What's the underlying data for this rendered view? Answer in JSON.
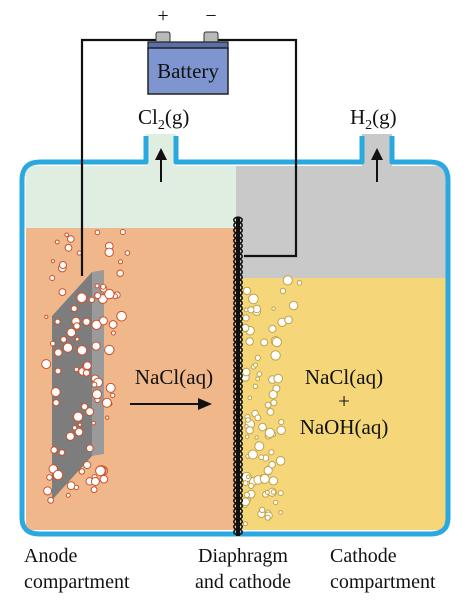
{
  "battery": {
    "label": "Battery",
    "plus": "+",
    "minus": "−",
    "body_color": "#7f95cf"
  },
  "gases": {
    "anode_gas": {
      "formula": "Cl",
      "subscript": "2",
      "state": "(g)"
    },
    "cathode_gas": {
      "formula": "H",
      "subscript": "2",
      "state": "(g)"
    }
  },
  "solutions": {
    "anode": "NaCl(aq)",
    "cathode_line1": "NaCl(aq)",
    "cathode_line2": "+",
    "cathode_line3": "NaOH(aq)"
  },
  "captions": {
    "anode_line1": "Anode",
    "anode_line2": "compartment",
    "diaphragm_line1": "Diaphragm",
    "diaphragm_line2": "and cathode",
    "cathode_line1": "Cathode",
    "cathode_line2": "compartment"
  },
  "colors": {
    "tank_outline": "#2aa9e0",
    "anode_headspace": "#dfeee0",
    "anode_liquid": "#f0b78b",
    "cathode_headspace": "#c9c9c9",
    "cathode_liquid": "#f5d77a",
    "electrode": "#8a8a8a",
    "bubble_fill": "#ffffff",
    "bubble_anode_stroke": "#d0502a",
    "bubble_cathode_stroke": "#c2a24a"
  }
}
